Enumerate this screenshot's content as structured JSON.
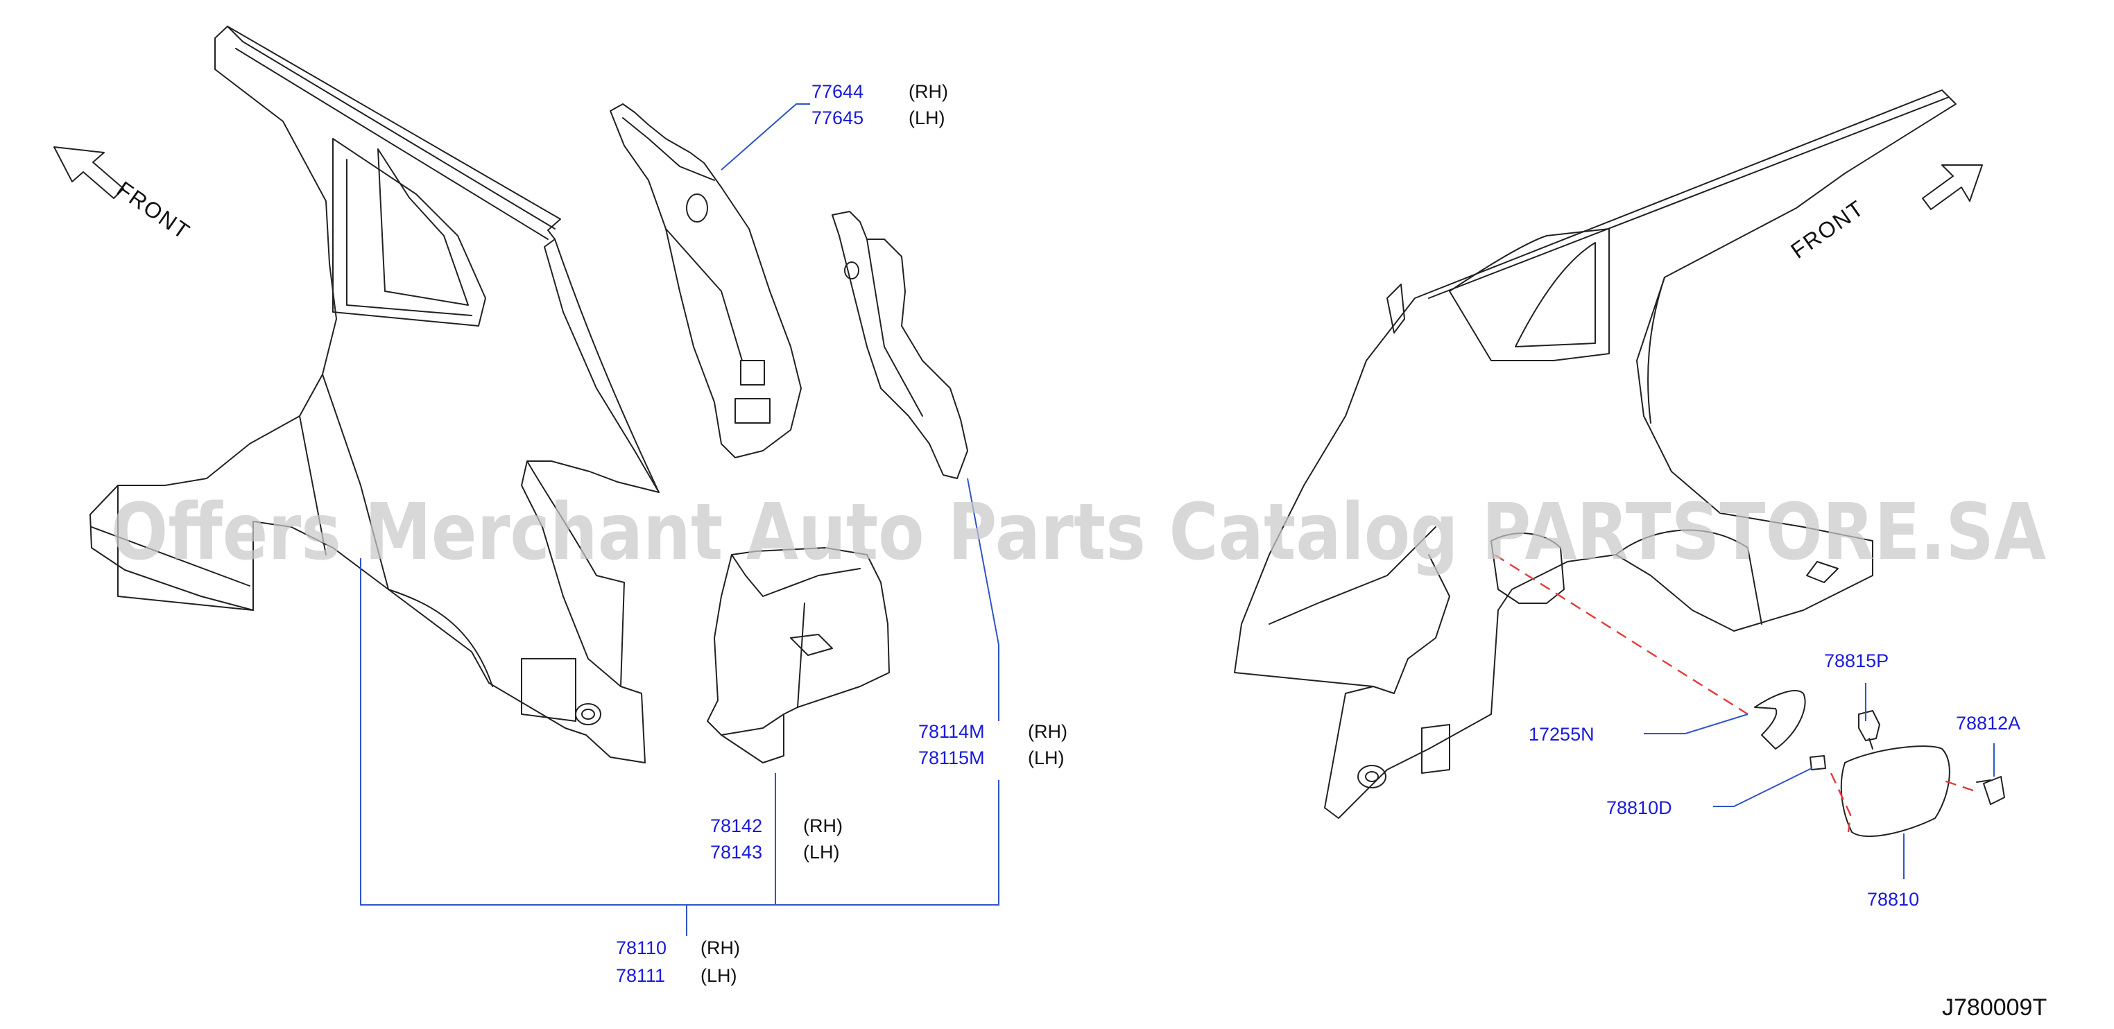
{
  "diagram": {
    "front_label": "FRONT",
    "watermark": "Offers Merchant Auto Parts Catalog PARTSTORE.SA",
    "reference_id": "J780009T",
    "callouts": {
      "c77644": {
        "code": "77644",
        "side": "(RH)"
      },
      "c77645": {
        "code": "77645",
        "side": "(LH)"
      },
      "c78114M": {
        "code": "78114M",
        "side": "(RH)"
      },
      "c78115M": {
        "code": "78115M",
        "side": "(LH)"
      },
      "c78142": {
        "code": "78142",
        "side": "(RH)"
      },
      "c78143": {
        "code": "78143",
        "side": "(LH)"
      },
      "c78110": {
        "code": "78110",
        "side": "(RH)"
      },
      "c78111": {
        "code": "78111",
        "side": "(LH)"
      },
      "c78815P": {
        "code": "78815P"
      },
      "c78812A": {
        "code": "78812A"
      },
      "c17255N": {
        "code": "17255N"
      },
      "c78810D": {
        "code": "78810D"
      },
      "c78810": {
        "code": "78810"
      }
    }
  }
}
